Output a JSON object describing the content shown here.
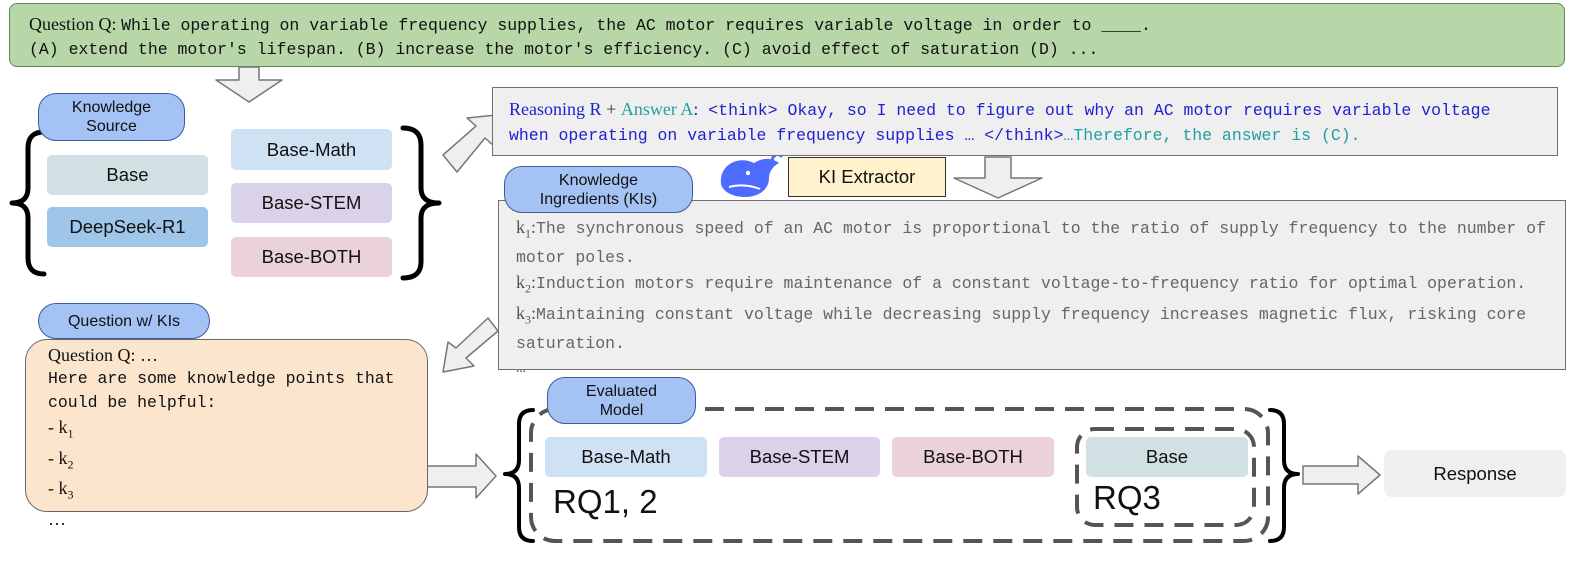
{
  "question": {
    "label": "Question Q:",
    "text": "While operating on variable frequency supplies, the AC motor requires variable voltage in order to ____.",
    "options": "(A) extend the motor's lifespan. (B) increase the motor's efficiency. (C) avoid effect of saturation (D) ..."
  },
  "knowledge_source": {
    "label_line1": "Knowledge",
    "label_line2": "Source",
    "models": [
      "Base",
      "DeepSeek-R1",
      "Base-Math",
      "Base-STEM",
      "Base-BOTH"
    ]
  },
  "reasoning": {
    "label_r": "Reasoning R",
    "plus": "+",
    "label_a": "Answer A",
    "colon": ":",
    "line1": " <think> Okay, so I need to figure out why an AC motor requires variable voltage",
    "line2": "when operating on variable frequency supplies … </think>",
    "answer": "…Therefore, the answer is (C)."
  },
  "ki_extractor": {
    "label": "KI Extractor"
  },
  "ki": {
    "label_line1": "Knowledge",
    "label_line2": "Ingredients (KIs)",
    "items": [
      {
        "k": "k",
        "sub": "1",
        "text": "The synchronous speed of an AC motor is proportional to the ratio of supply frequency to the number of motor poles."
      },
      {
        "k": "k",
        "sub": "2",
        "text": "Induction motors require maintenance of a constant voltage-to-frequency ratio for optimal operation."
      },
      {
        "k": "k",
        "sub": "3",
        "text": "Maintaining constant voltage while decreasing supply frequency increases magnetic flux, risking core saturation."
      }
    ],
    "ellipsis": "…"
  },
  "question_with_kis": {
    "label": "Question w/ KIs",
    "q_line": "Question Q: …",
    "intro_line1": "Here are some knowledge points that",
    "intro_line2": "could be helpful:",
    "bullets": [
      {
        "prefix": "- k",
        "sub": "1"
      },
      {
        "prefix": "- k",
        "sub": "2"
      },
      {
        "prefix": "- k",
        "sub": "3"
      }
    ],
    "ellipsis": "…"
  },
  "evaluated_model": {
    "label_line1": "Evaluated",
    "label_line2": "Model",
    "models": [
      "Base-Math",
      "Base-STEM",
      "Base-BOTH",
      "Base"
    ],
    "rq12": "RQ1, 2",
    "rq3": "RQ3"
  },
  "response": {
    "label": "Response"
  },
  "colors": {
    "question_bg": "#b7d7a8",
    "pill": "#a4c2f4",
    "base": "#d0e0e3",
    "deepseek": "#9fc5e8",
    "math": "#cfe2f3",
    "stem": "#d9d2e9",
    "both": "#ead1dc",
    "extractor": "#fff2cc",
    "qwk_bg": "#fce5cd",
    "reasoning_text": "#1f1fd0",
    "answer_text": "#20a0a0",
    "deepseek_logo": "#4d6bfe"
  }
}
